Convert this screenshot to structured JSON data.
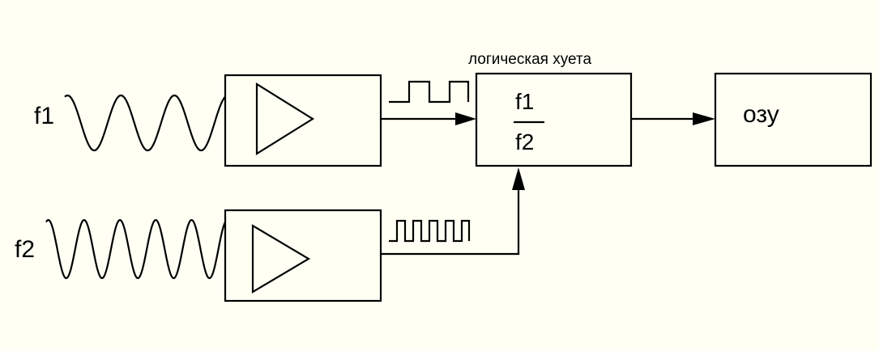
{
  "inputs": {
    "signal_1_label": "f1",
    "signal_2_label": "f2"
  },
  "logic_block": {
    "caption": "логическая хуета",
    "numerator": "f1",
    "denominator": "f2"
  },
  "memory_block": {
    "label": "озу"
  },
  "colors": {
    "background": "#fffff4",
    "stroke": "#000000"
  }
}
